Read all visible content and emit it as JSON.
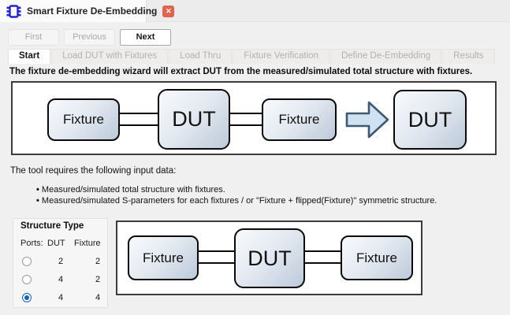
{
  "doc_tab": {
    "title": "Smart Fixture De-Embedding",
    "close_glyph": "✕"
  },
  "nav": {
    "first": "First",
    "previous": "Previous",
    "next": "Next"
  },
  "tabs": [
    {
      "label": "Start",
      "active": true
    },
    {
      "label": "Load DUT with Fixtures",
      "active": false
    },
    {
      "label": "Load Thru",
      "active": false
    },
    {
      "label": "Fixture Verification",
      "active": false
    },
    {
      "label": "Define De-Embedding",
      "active": false
    },
    {
      "label": "Results",
      "active": false
    }
  ],
  "intro": "The fixture de-embedding wizard will extract DUT from the measured/simulated total structure with fixtures.",
  "diagram_top": {
    "fixture_left": "Fixture",
    "dut": "DUT",
    "fixture_right": "Fixture",
    "result_dut": "DUT"
  },
  "input_data": {
    "heading": "The tool requires the following input data:",
    "bullets": [
      "Measured/simulated total structure with fixtures.",
      "Measured/simulated S-parameters for each fixtures / or \"Fixture + flipped(Fixture)\" symmetric structure."
    ]
  },
  "structure_type": {
    "title": "Structure Type",
    "ports_label": "Ports:",
    "col_dut": "DUT",
    "col_fixture": "Fixture",
    "options": [
      {
        "dut": "2",
        "fixture": "2",
        "selected": false
      },
      {
        "dut": "4",
        "fixture": "2",
        "selected": false
      },
      {
        "dut": "4",
        "fixture": "4",
        "selected": true
      }
    ]
  },
  "diagram_bottom": {
    "fixture_left": "Fixture",
    "dut": "DUT",
    "fixture_right": "Fixture"
  },
  "colors": {
    "accent_blue": "#0f62b8",
    "icon_blue": "#2323cf",
    "close_red": "#e0654e",
    "arrow_fill": "#cfe2f4",
    "arrow_stroke": "#3f5a70"
  }
}
